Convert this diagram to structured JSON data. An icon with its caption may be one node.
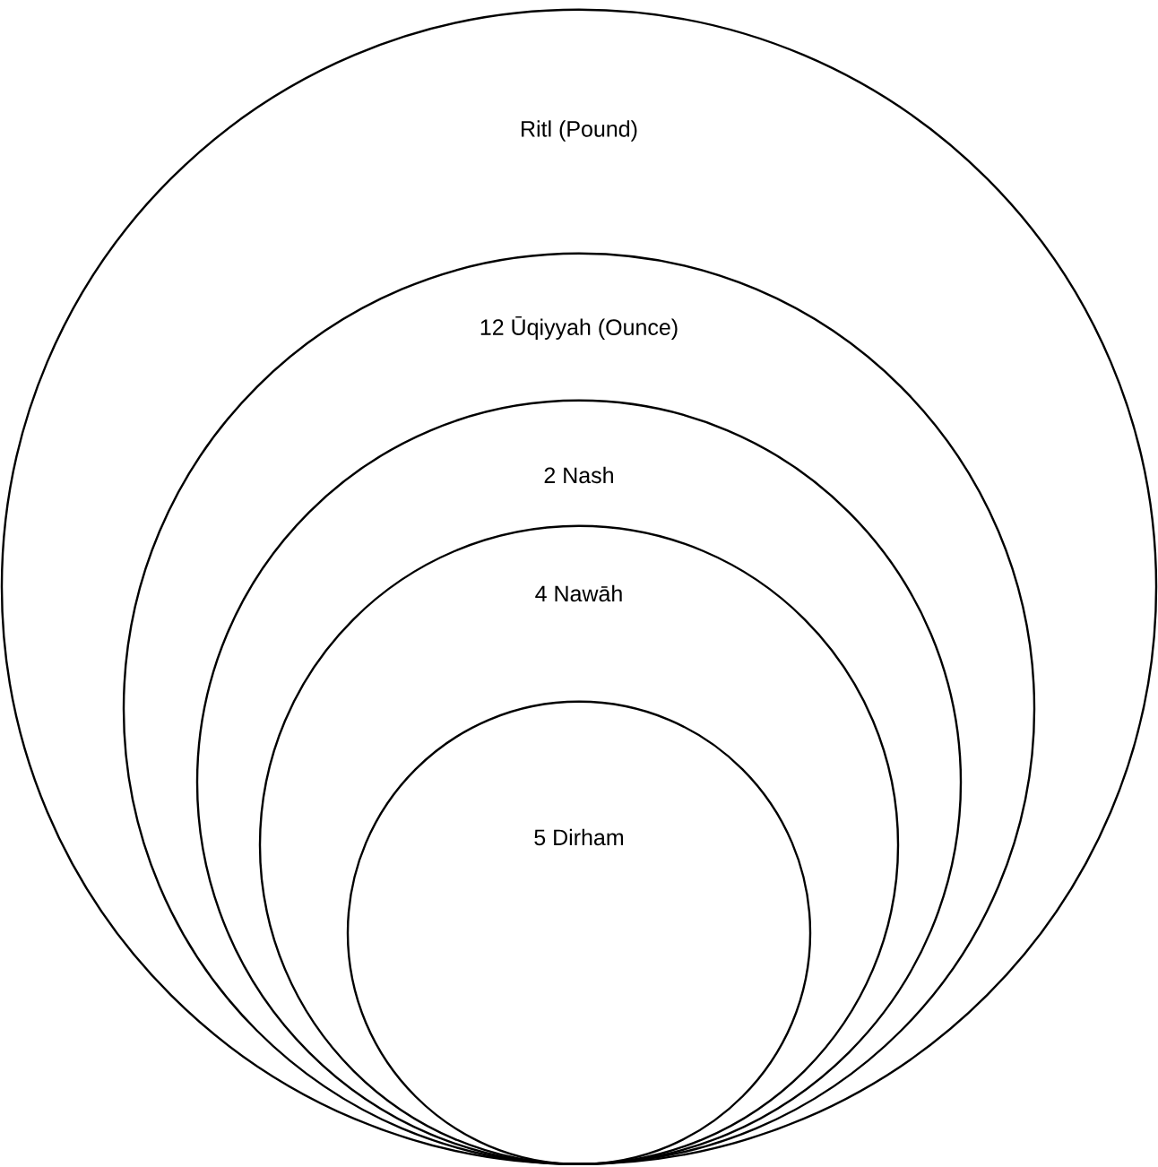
{
  "diagram": {
    "nodes": [
      {
        "text": [
          "Ritl (Pound)"
        ]
      },
      {
        "text": [
          "12 Ūqiyyah (Ounce)"
        ],
        "in": 0
      },
      {
        "text": [
          "2 Nash"
        ],
        "in": 1
      },
      {
        "text": [
          "4 Nawāh"
        ],
        "in": 2
      },
      {
        "text": [
          "5 Dirham"
        ],
        "in": 3
      }
    ]
  }
}
